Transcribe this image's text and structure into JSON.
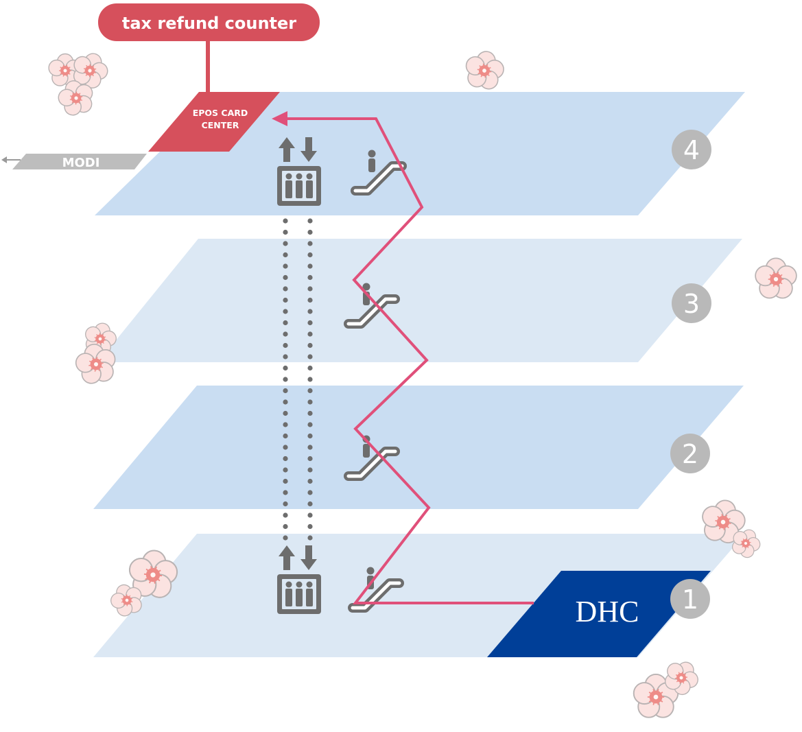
{
  "tax_refund": {
    "label": "tax refund counter"
  },
  "epos": {
    "line1": "EPOS CARD",
    "line2": "CENTER"
  },
  "modi": {
    "label": "MODI"
  },
  "dhc": {
    "label": "DHC"
  },
  "floors": [
    {
      "number": "4"
    },
    {
      "number": "3"
    },
    {
      "number": "2"
    },
    {
      "number": "1"
    }
  ],
  "colors": {
    "floor_light": "#dce8f4",
    "floor_medium": "#c9ddf2",
    "route": "#e0507a",
    "tax_red": "#d6505c",
    "dhc_blue": "#003f98",
    "icon_gray": "#6d6d6d",
    "badge_gray": "#b9b9b9",
    "modi_gray": "#bdbdbd",
    "blossom_petal": "#fbe3e1",
    "blossom_center": "#ee8c88"
  },
  "icons": {
    "elevator": "elevator-icon",
    "escalator": "escalator-icon",
    "blossom": "cherry-blossom-icon"
  }
}
